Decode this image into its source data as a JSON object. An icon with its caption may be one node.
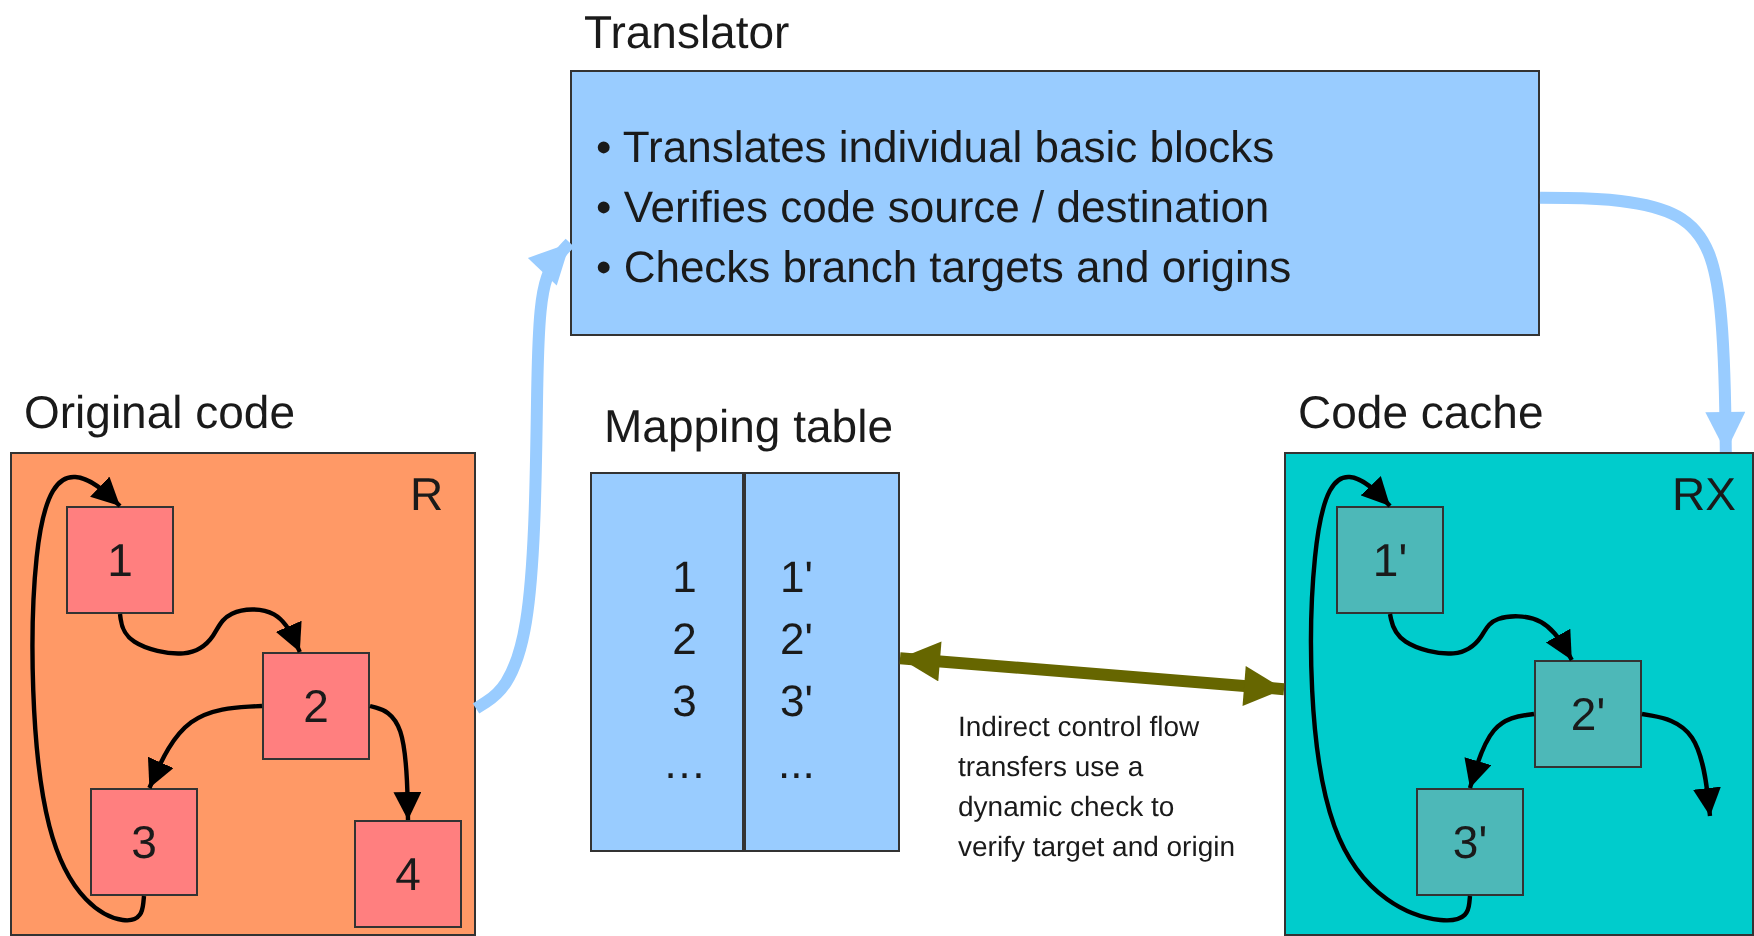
{
  "diagram": {
    "nodes": [
      {
        "text": [
          "Original code",
          "R"
        ]
      },
      {
        "text": [
          "1"
        ],
        "in": 0
      },
      {
        "text": [
          "2"
        ],
        "in": 0
      },
      {
        "text": [
          "3"
        ],
        "in": 0
      },
      {
        "text": [
          "4"
        ],
        "in": 0
      },
      {
        "text": [
          "Translator",
          "• Translates individual basic blocks",
          "• Verifies code source / destination",
          "• Checks branch targets and origins"
        ]
      },
      {
        "text": [
          "Mapping table",
          "1 2 3 …",
          "1' 2' 3' ..."
        ]
      },
      {
        "text": [
          "Code cache",
          "RX"
        ]
      },
      {
        "text": [
          "1'"
        ],
        "in": 7
      },
      {
        "text": [
          "2'"
        ],
        "in": 7
      },
      {
        "text": [
          "3'"
        ],
        "in": 7
      }
    ],
    "edges": [
      {
        "from": 1,
        "to": 2,
        "arrow": "to"
      },
      {
        "from": 2,
        "to": 3,
        "arrow": "to"
      },
      {
        "from": 2,
        "to": 4,
        "arrow": "to"
      },
      {
        "from": 3,
        "to": 1,
        "arrow": "to"
      },
      {
        "from": 0,
        "to": 5,
        "arrow": "to",
        "style": "thick",
        "color": "#99ccff"
      },
      {
        "from": 5,
        "to": 7,
        "arrow": "to",
        "style": "thick",
        "color": "#99ccff"
      },
      {
        "from": 6,
        "to": 7,
        "arrow": "both",
        "style": "thick",
        "color": "#666600",
        "label": "Indirect control flow transfers use a dynamic check to verify target and origin"
      },
      {
        "from": 8,
        "to": 9,
        "arrow": "to"
      },
      {
        "from": 9,
        "to": 10,
        "arrow": "to"
      },
      {
        "from": 9,
        "to": null,
        "arrow": "to"
      },
      {
        "from": 10,
        "to": 8,
        "arrow": "to"
      }
    ]
  }
}
